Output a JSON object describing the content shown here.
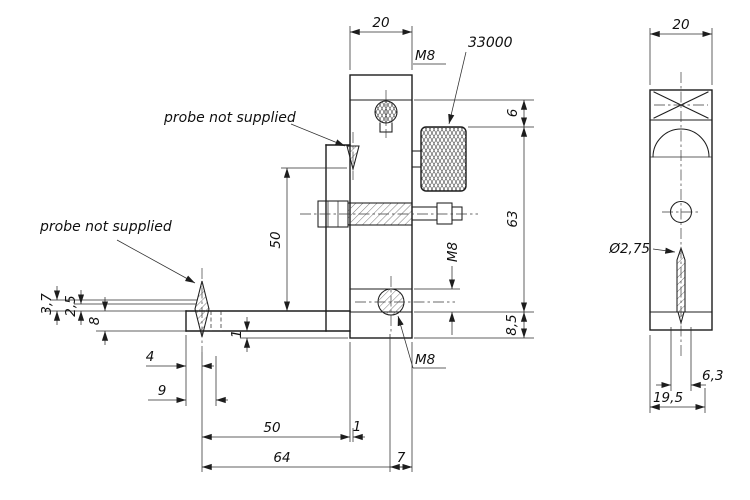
{
  "drawing": {
    "part_number": "33000",
    "style": {
      "ink": "#1d1d1d",
      "background": "#ffffff"
    },
    "notes": {
      "upper_probe": "probe not supplied",
      "lower_probe": "probe not supplied"
    },
    "front_view": {
      "top_width": "20",
      "thread_top": "M8",
      "offset_top": "6",
      "body_height": "63",
      "thread_side": "M8",
      "bottom_offset": "8,5",
      "probe_height": "50",
      "tip_offset_a": "3,7",
      "tip_offset_b": "2,5",
      "arm_thickness": "8",
      "plate_offset": "1",
      "probe_inset": "4",
      "arm_end_offset": "9",
      "arm_length": "50",
      "plate_gap": "1",
      "overall_length": "64",
      "hole_offset": "7",
      "thread_bottom": "M8"
    },
    "side_view": {
      "width": "20",
      "probe_dia": "Ø2,75",
      "slot_width": "6,3",
      "hole_offset": "19,5"
    }
  }
}
